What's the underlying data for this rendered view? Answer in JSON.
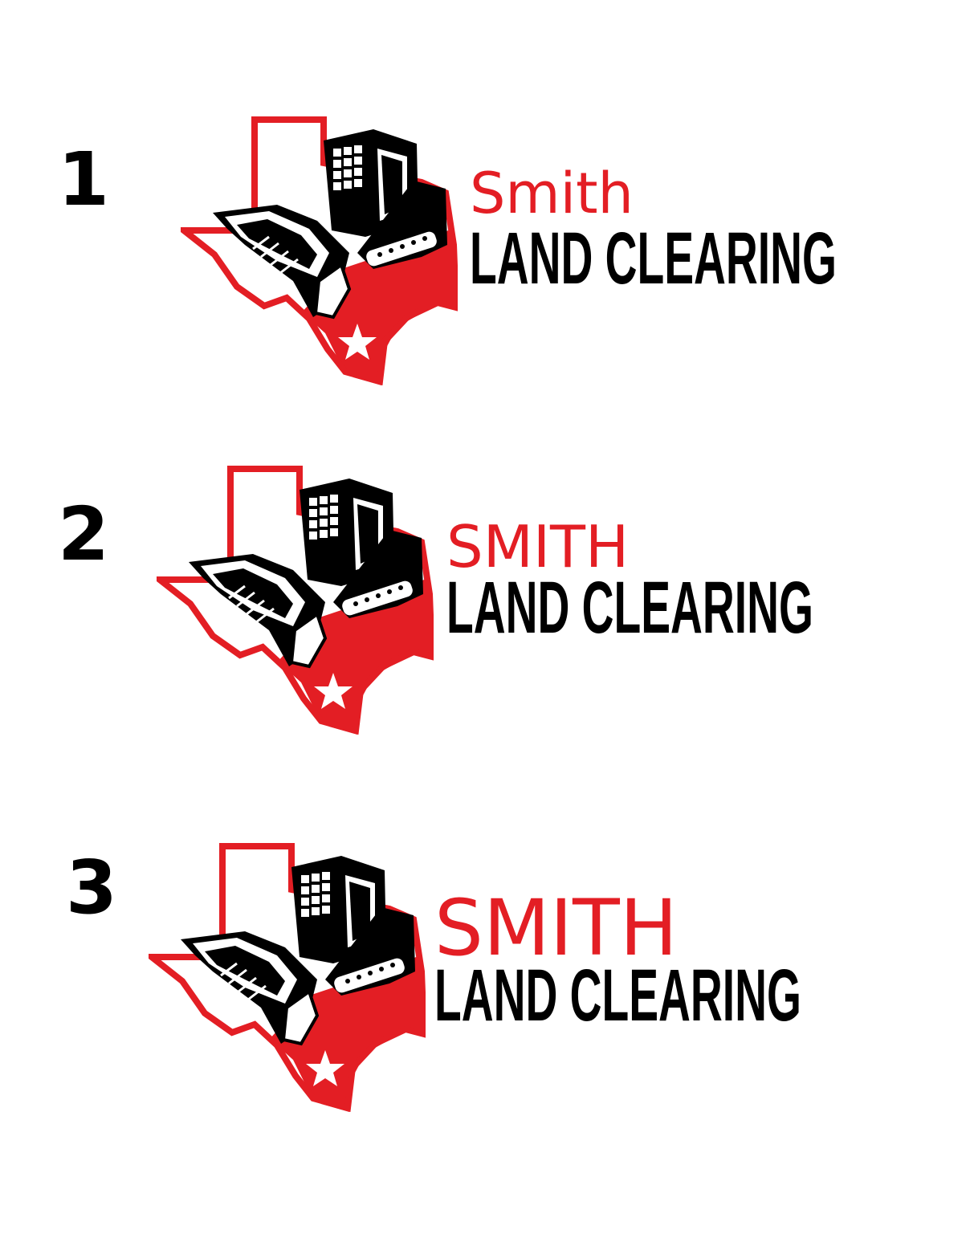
{
  "colors": {
    "brand_red": "#e31e24",
    "black": "#000000"
  },
  "options": [
    {
      "number": "1",
      "name": "Smith",
      "tagline": "LAND CLEARING"
    },
    {
      "number": "2",
      "name": "SMITH",
      "tagline": "LAND CLEARING"
    },
    {
      "number": "3",
      "name": "SMITH",
      "tagline": "LAND CLEARING"
    }
  ]
}
